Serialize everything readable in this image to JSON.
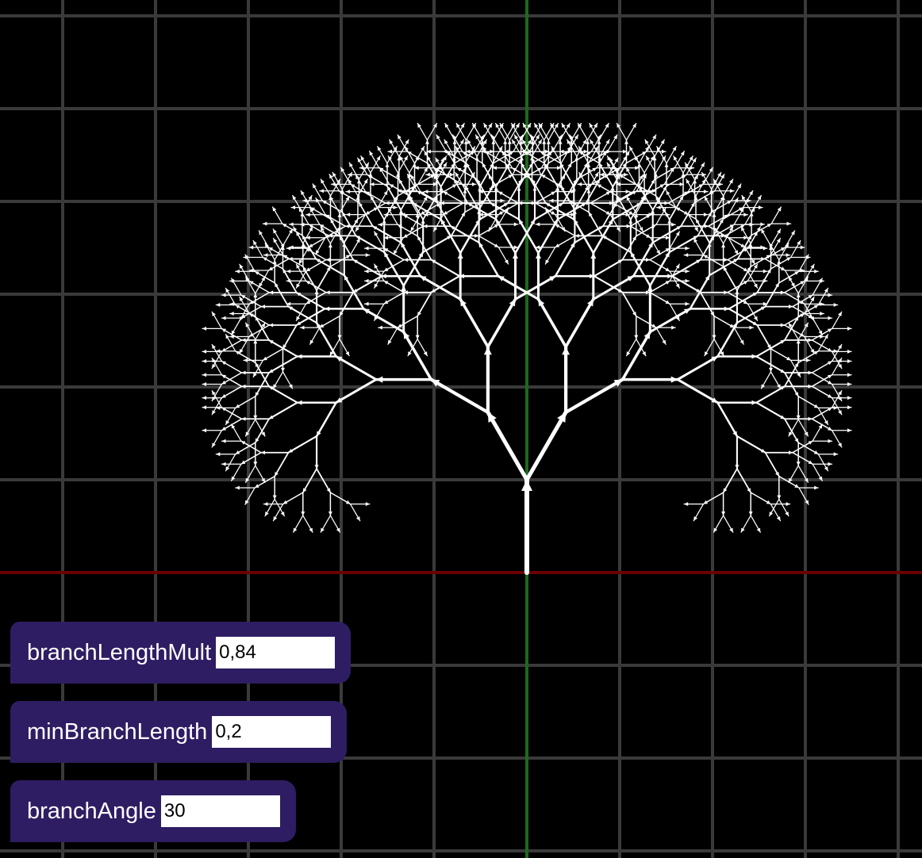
{
  "scene": {
    "background": "#000000",
    "grid_color": "#3a3a3a",
    "x_axis_color": "#6b0000",
    "y_axis_color": "#1a6b1a",
    "tree_color": "#ffffff"
  },
  "controls": [
    {
      "label": "branchLengthMult",
      "value": "0,84"
    },
    {
      "label": "minBranchLength",
      "value": "0,2"
    },
    {
      "label": "branchAngle",
      "value": "30"
    }
  ]
}
